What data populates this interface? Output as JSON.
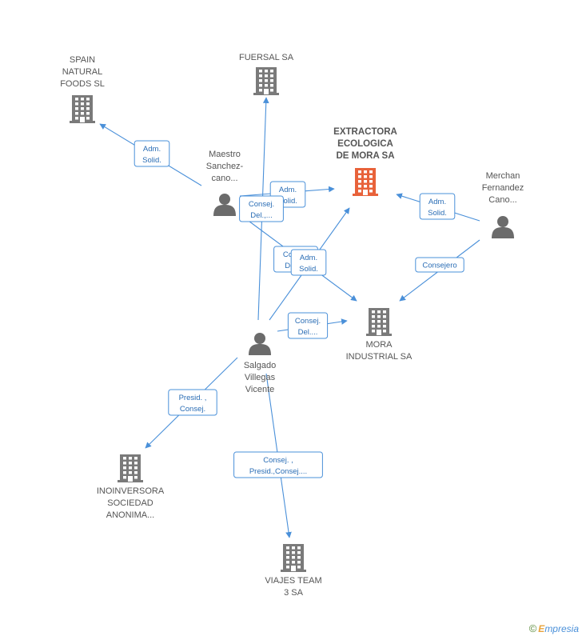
{
  "companies": [
    {
      "id": "spain",
      "lines": [
        "SPAIN",
        "NATURAL",
        "FOODS SL"
      ],
      "main": false
    },
    {
      "id": "fuersal",
      "lines": [
        "FUERSAL SA"
      ],
      "main": false
    },
    {
      "id": "extractora",
      "lines": [
        "EXTRACTORA",
        "ECOLOGICA",
        "DE MORA SA"
      ],
      "main": true
    },
    {
      "id": "mora",
      "lines": [
        "MORA",
        "INDUSTRIAL SA"
      ],
      "main": false
    },
    {
      "id": "inoinversora",
      "lines": [
        "INOINVERSORA",
        "SOCIEDAD",
        "ANONIMA..."
      ],
      "main": false
    },
    {
      "id": "viajes",
      "lines": [
        "VIAJES TEAM",
        "3 SA"
      ],
      "main": false
    }
  ],
  "people": [
    {
      "id": "maestro",
      "lines": [
        "Maestro",
        "Sanchez-",
        "cano..."
      ]
    },
    {
      "id": "merchan",
      "lines": [
        "Merchan",
        "Fernandez",
        "Cano..."
      ]
    },
    {
      "id": "salgado",
      "lines": [
        "Salgado",
        "Villegas",
        "Vicente"
      ]
    }
  ],
  "edges": [
    {
      "from": "maestro",
      "to": "spain",
      "label": [
        "Adm.",
        "Solid."
      ]
    },
    {
      "from": "maestro",
      "to": "extractora",
      "label": [
        "Adm.",
        "Solid."
      ]
    },
    {
      "from": "maestro",
      "to": "mora",
      "label": [
        "Consej.",
        "Del.,..."
      ]
    },
    {
      "from": "merchan",
      "to": "extractora",
      "label": [
        "Adm.",
        "Solid."
      ]
    },
    {
      "from": "merchan",
      "to": "mora",
      "label": [
        "Consejero"
      ]
    },
    {
      "from": "salgado",
      "to": "fuersal",
      "label": [
        "Consej.",
        "Del.,..."
      ]
    },
    {
      "from": "salgado",
      "to": "extractora",
      "label": [
        "Adm.",
        "Solid."
      ]
    },
    {
      "from": "salgado",
      "to": "mora",
      "label": [
        "Consej.",
        "Del...."
      ]
    },
    {
      "from": "salgado",
      "to": "inoinversora",
      "label": [
        "Presid. ,",
        "Consej."
      ]
    },
    {
      "from": "salgado",
      "to": "viajes",
      "label": [
        "Consej. ,",
        "Presid.,Consej...."
      ]
    }
  ],
  "colors": {
    "building": "#7a7a7a",
    "building_main": "#e8623a",
    "person": "#6b6b6b",
    "edge": "#4a90d9"
  },
  "footer": {
    "copyright": "©",
    "brand_initial": "E",
    "brand_rest": "mpresia"
  }
}
